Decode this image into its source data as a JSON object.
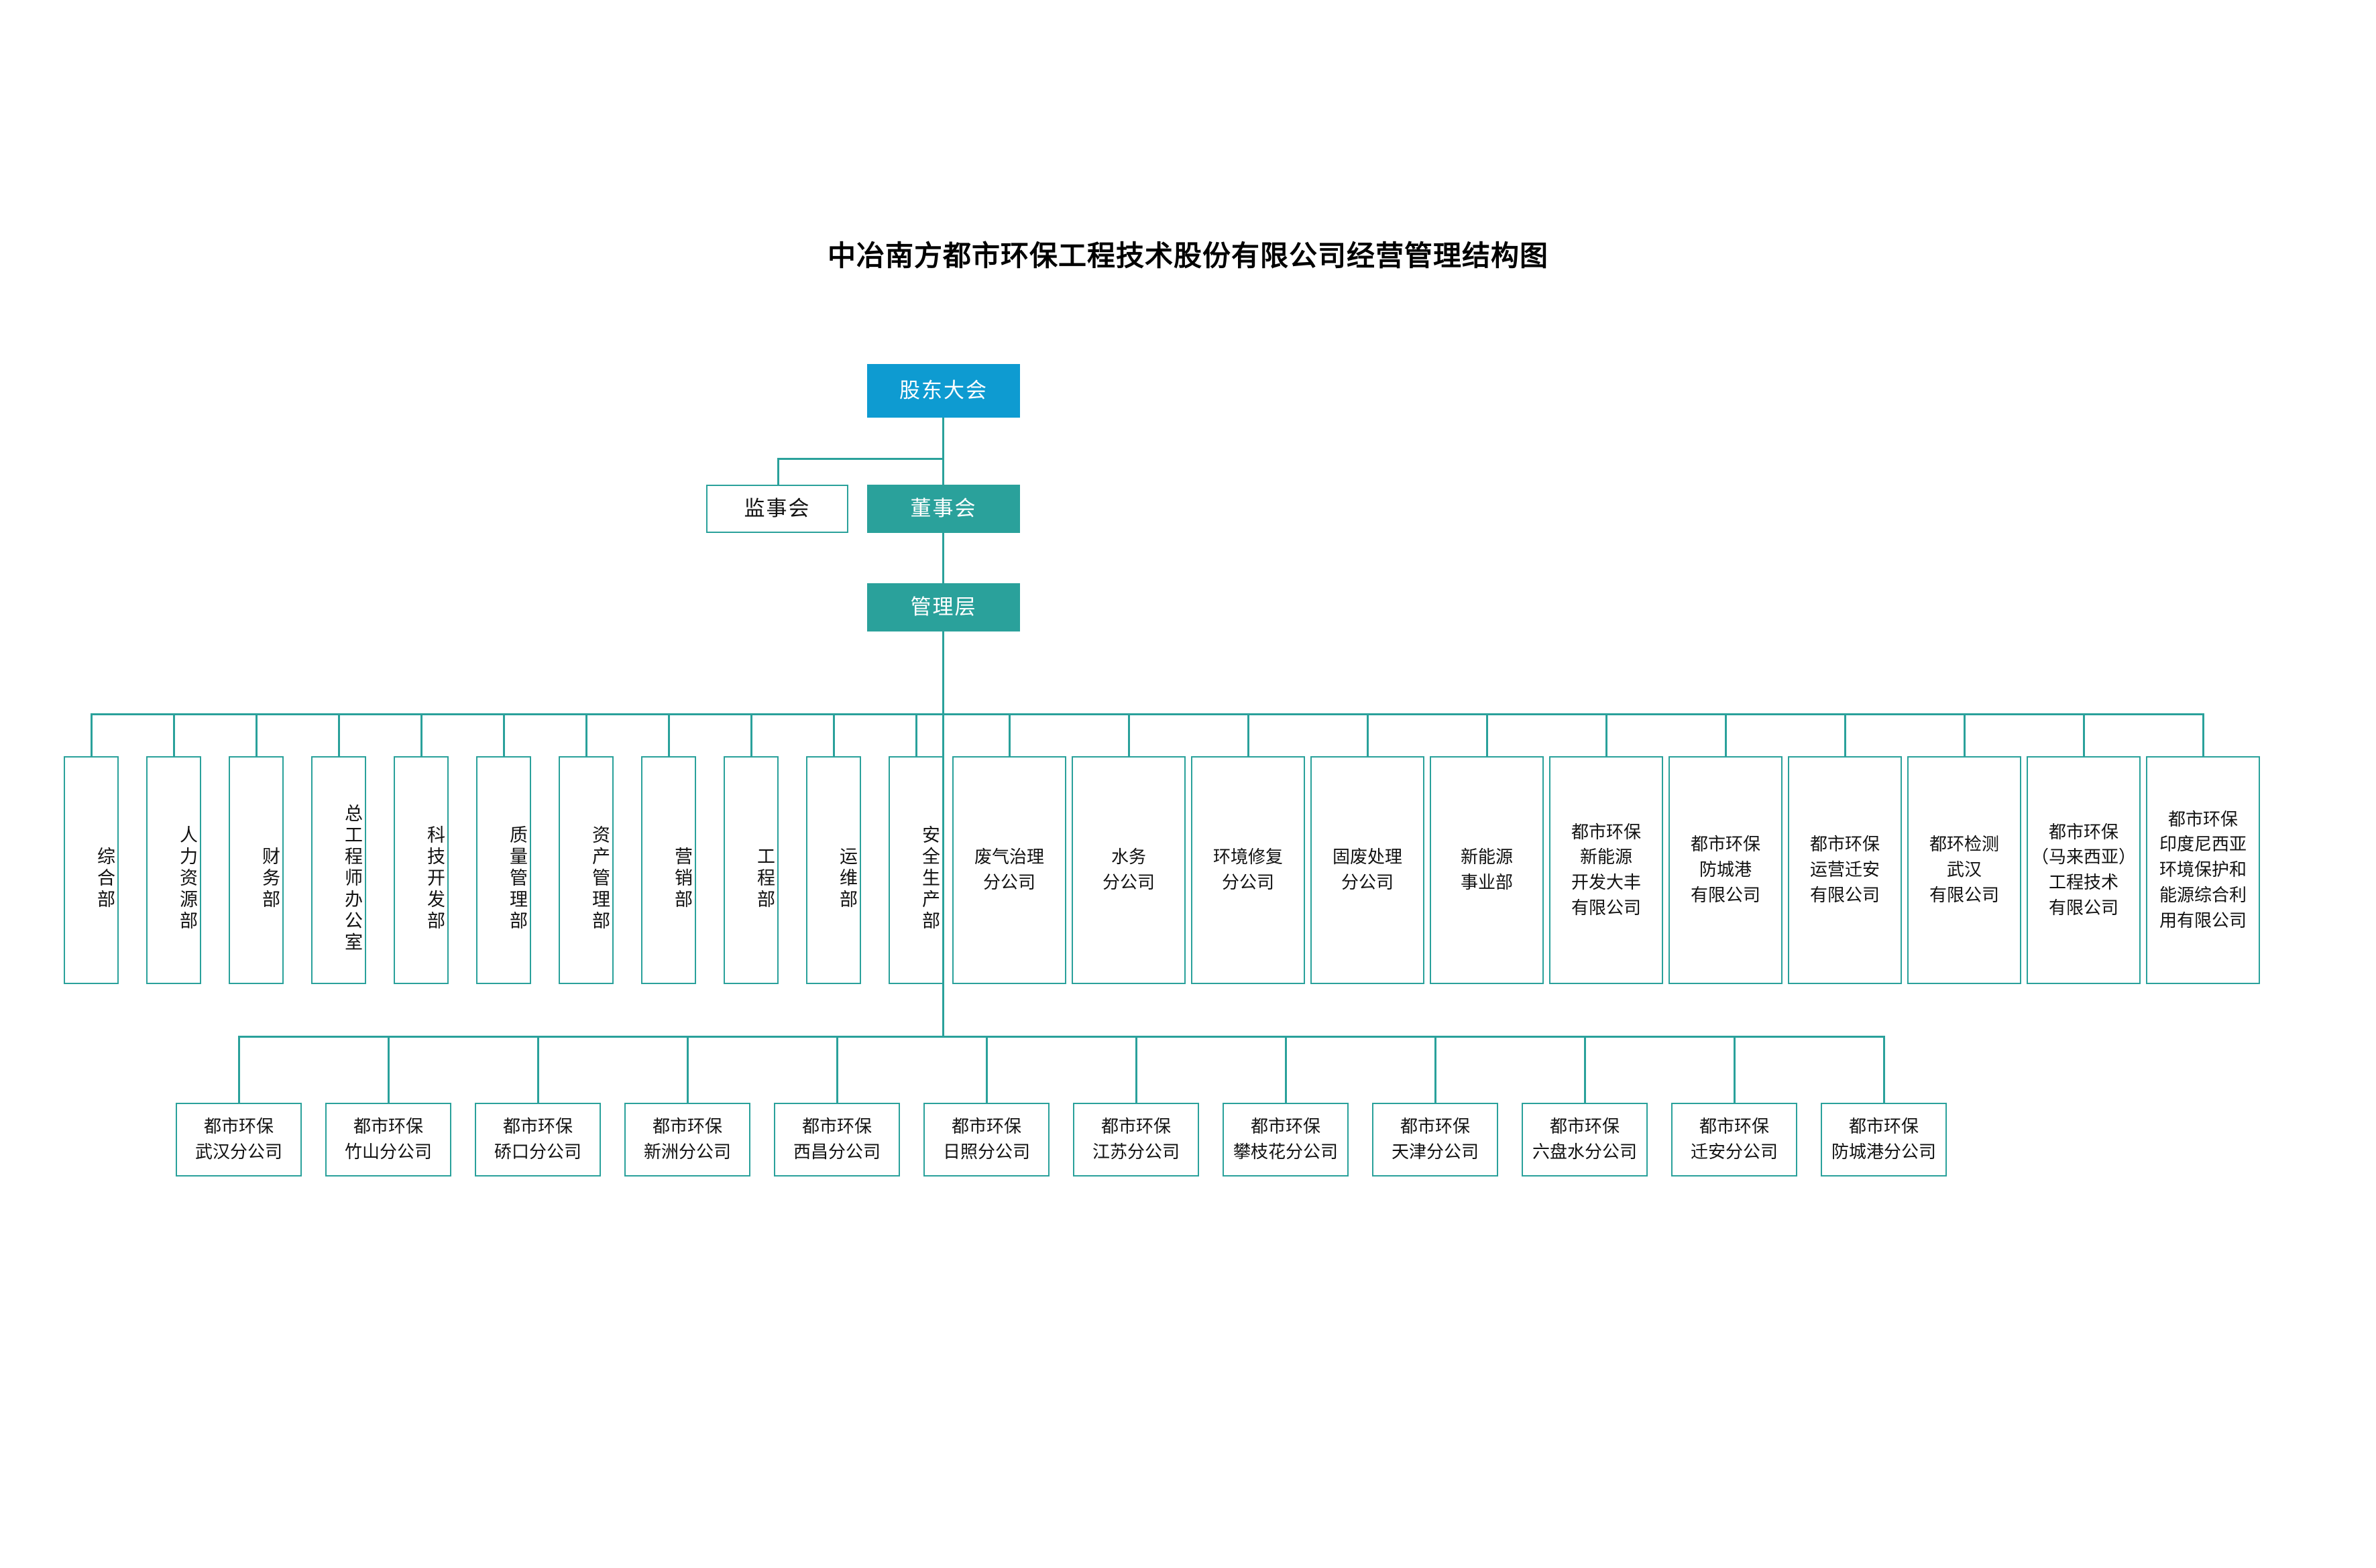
{
  "title": "中冶南方都市环保工程技术股份有限公司经营管理结构图",
  "colors": {
    "accent_blue": "#0E9BD1",
    "accent_teal": "#2AA19B",
    "line": "#2AA19B",
    "box_fill": "#FFFFFF",
    "text": "#111111",
    "title_text": "#000000"
  },
  "top_level": {
    "shareholders": "股东大会",
    "supervisors": "监事会",
    "board": "董事会",
    "management": "管理层"
  },
  "departments": [
    {
      "label": "综合部",
      "orientation": "vertical"
    },
    {
      "label": "人力资源部",
      "orientation": "vertical"
    },
    {
      "label": "财务部",
      "orientation": "vertical"
    },
    {
      "label": "总工程师办公室",
      "orientation": "vertical"
    },
    {
      "label": "科技开发部",
      "orientation": "vertical"
    },
    {
      "label": "质量管理部",
      "orientation": "vertical"
    },
    {
      "label": "资产管理部",
      "orientation": "vertical"
    },
    {
      "label": "营销部",
      "orientation": "vertical"
    },
    {
      "label": "工程部",
      "orientation": "vertical"
    },
    {
      "label": "运维部",
      "orientation": "vertical"
    },
    {
      "label": "安全生产部",
      "orientation": "vertical"
    },
    {
      "label": "废气治理\n分公司",
      "orientation": "horizontal"
    },
    {
      "label": "水务\n分公司",
      "orientation": "horizontal"
    },
    {
      "label": "环境修复\n分公司",
      "orientation": "horizontal"
    },
    {
      "label": "固废处理\n分公司",
      "orientation": "horizontal"
    },
    {
      "label": "新能源\n事业部",
      "orientation": "horizontal"
    },
    {
      "label": "都市环保\n新能源\n开发大丰\n有限公司",
      "orientation": "horizontal"
    },
    {
      "label": "都市环保\n防城港\n有限公司",
      "orientation": "horizontal"
    },
    {
      "label": "都市环保\n运营迁安\n有限公司",
      "orientation": "horizontal"
    },
    {
      "label": "都环检测\n武汉\n有限公司",
      "orientation": "horizontal"
    },
    {
      "label": "都市环保\n（马来西亚）\n工程技术\n有限公司",
      "orientation": "horizontal"
    },
    {
      "label": "都市环保\n印度尼西亚\n环境保护和\n能源综合利\n用有限公司",
      "orientation": "horizontal"
    }
  ],
  "branches": [
    "都市环保\n武汉分公司",
    "都市环保\n竹山分公司",
    "都市环保\n硚口分公司",
    "都市环保\n新洲分公司",
    "都市环保\n西昌分公司",
    "都市环保\n日照分公司",
    "都市环保\n江苏分公司",
    "都市环保\n攀枝花分公司",
    "都市环保\n天津分公司",
    "都市环保\n六盘水分公司",
    "都市环保\n迁安分公司",
    "都市环保\n防城港分公司"
  ]
}
